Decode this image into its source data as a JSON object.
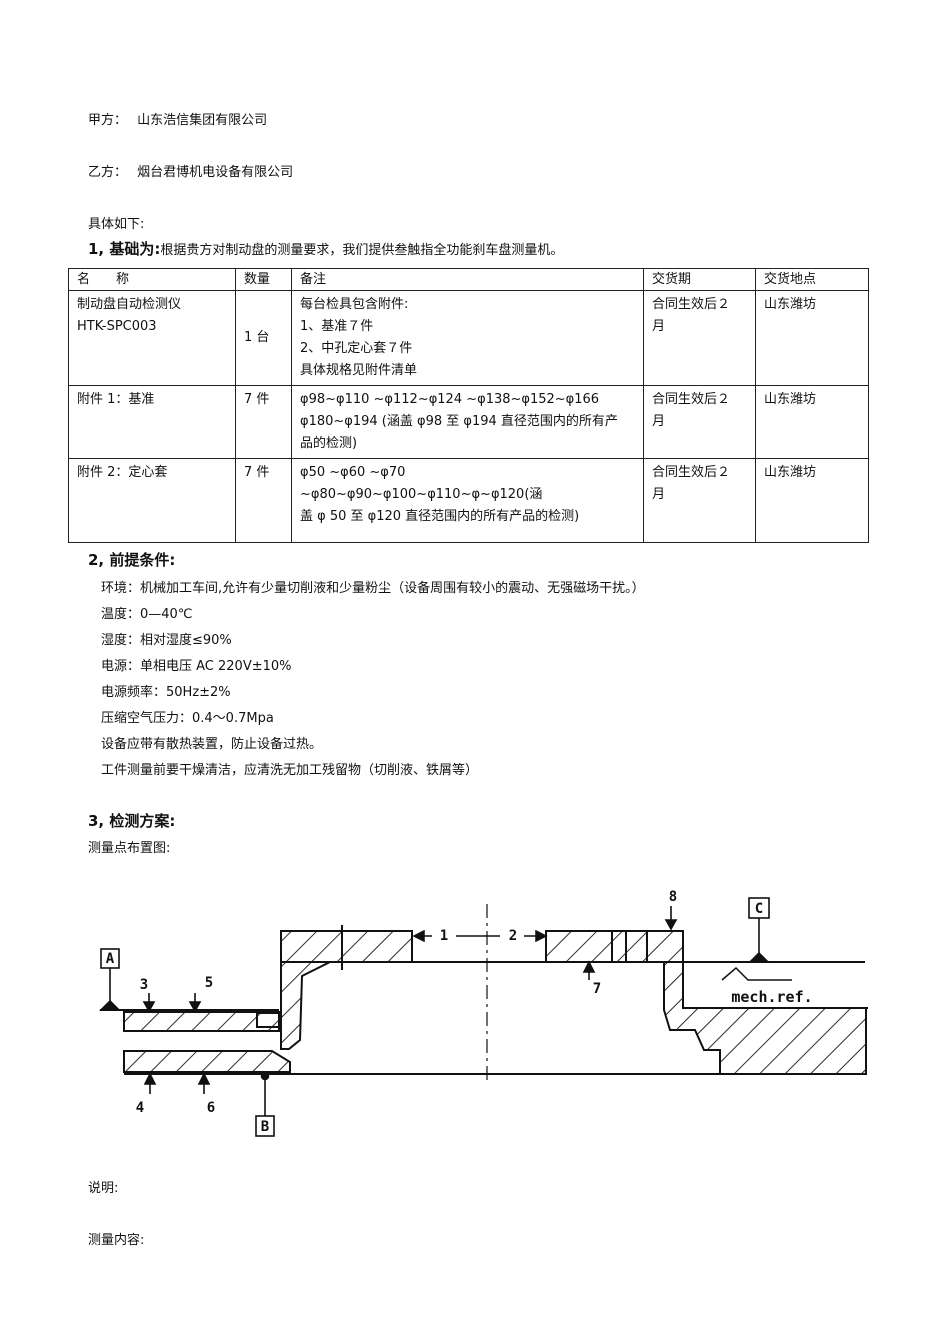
{
  "party_a": {
    "label": "甲方：",
    "name": "山东浩信集团有限公司"
  },
  "party_b": {
    "label": "乙方：",
    "name": "烟台君博机电设备有限公司"
  },
  "intro": "具体如下:",
  "section1": {
    "title": "1, 基础为:",
    "text": "根据贵方对制动盘的测量要求，我们提供叁触指全功能刹车盘测量机。"
  },
  "table": {
    "headers": [
      "名　　称",
      "数量",
      "备注",
      "交货期",
      "交货地点"
    ],
    "rows": [
      {
        "name": [
          "制动盘自动检测仪",
          "HTK-SPC003"
        ],
        "qty": "1 台",
        "note": [
          "每台检具包含附件:",
          "1、基准７件",
          "2、中孔定心套７件",
          "具体规格见附件清单"
        ],
        "delivery": [
          "合同生效后２",
          "月"
        ],
        "place": "山东潍坊"
      },
      {
        "name": [
          "附件 1：基准"
        ],
        "qty": "7 件",
        "note": [
          "φ98~φ110 ~φ112~φ124 ~φ138~φ152~φ166",
          "φ180~φ194 (涵盖 φ98 至 φ194 直径范围内的所有产",
          "品的检测)"
        ],
        "delivery": [
          "合同生效后２",
          "月"
        ],
        "place": "山东潍坊"
      },
      {
        "name": [
          "附件 2：定心套"
        ],
        "qty": "7 件",
        "note": [
          "φ50 ~φ60 ~φ70 ~φ80~φ90~φ100~φ110~φ~φ120(涵",
          "盖 φ 50 至 φ120 直径范围内的所有产品的检测)"
        ],
        "delivery": [
          "合同生效后２",
          "月"
        ],
        "place": "山东潍坊"
      }
    ]
  },
  "section2": {
    "title": "2, 前提条件:",
    "items": [
      "环境：机械加工车间,允许有少量切削液和少量粉尘（设备周围有较小的震动、无强磁场干扰。）",
      "温度：0—40℃",
      "湿度：相对湿度≤90%",
      "电源：单相电压 AC  220V±10%",
      "电源频率：50Hz±2%",
      "压缩空气压力：0.4～0.7Mpa",
      "设备应带有散热装置，防止设备过热。",
      "工件测量前要干燥清洁，应清洗无加工残留物（切削液、铁屑等）"
    ]
  },
  "section3": {
    "title": "3, 检测方案:",
    "subtitle": "测量点布置图:"
  },
  "diagram": {
    "datum_a": "A",
    "datum_b": "B",
    "datum_c": "C",
    "points": [
      "1",
      "2",
      "3",
      "4",
      "5",
      "6",
      "7",
      "8"
    ],
    "mech_ref": "mech.ref."
  },
  "footer": {
    "note_label": "说明:",
    "content_label": "测量内容:"
  }
}
